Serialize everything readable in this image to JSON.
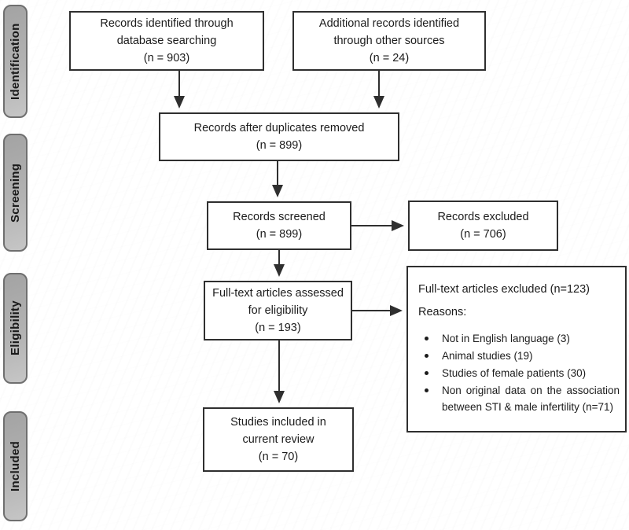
{
  "diagram": {
    "kind": "PRISMA flow diagram",
    "phases": [
      "Identification",
      "Screening",
      "Eligibility",
      "Included"
    ],
    "boxes": {
      "database_search": "Records identified through\ndatabase searching\n(n = 903)",
      "other_sources": "Additional records identified\nthrough other sources\n(n = 24)",
      "duplicates_removed": "Records after duplicates removed\n(n = 899)",
      "records_screened": "Records screened\n(n = 899)",
      "records_excluded": "Records excluded\n(n = 706)",
      "fulltext_assessed": "Full-text articles assessed\nfor eligibility\n(n = 193)",
      "studies_included": "Studies included in\ncurrent review\n(n = 70)"
    },
    "exclusion_box": {
      "title": "Full-text articles excluded (n=123)",
      "reasons_label": "Reasons:",
      "reasons": [
        "Not in English language (3)",
        "Animal studies (19)",
        "Studies of female patients (30)",
        "Non original data on the association between STI & male infertility (n=71)"
      ]
    },
    "counts": {
      "identified_database": 903,
      "identified_other": 24,
      "after_duplicates": 899,
      "screened": 899,
      "records_excluded": 706,
      "fulltext_assessed": 193,
      "fulltext_excluded": 123,
      "not_english": 3,
      "animal_studies": 19,
      "female_patients": 30,
      "non_original_data": 71,
      "included": 70
    },
    "colors": {
      "box_border": "#2f2f2f",
      "phase_label_fill": "#b3b3b3",
      "phase_label_border": "#6f6f6f",
      "arrow": "#2f2f2f",
      "text": "#1c1c1c",
      "background": "#ffffff"
    }
  }
}
